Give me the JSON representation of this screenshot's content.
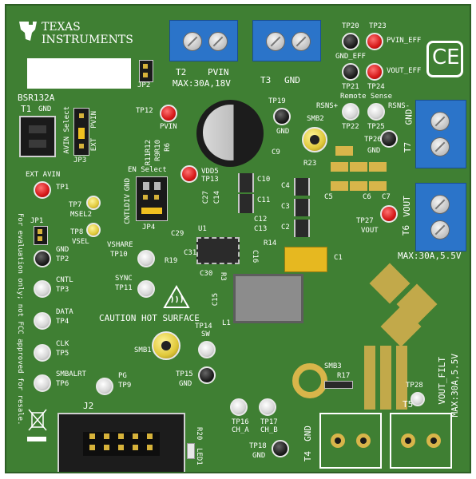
{
  "board": {
    "logo_line1": "TEXAS",
    "logo_line2": "INSTRUMENTS",
    "part_number": "BSR132A",
    "ce_mark": "CE",
    "fcc_note": "For evaluation only; not FCC approved for resale.",
    "caution": "CAUTION HOT SURFACE",
    "remote_sense": "Remote Sense",
    "max_pvin": "MAX:30A,18V",
    "max_vout": "MAX:30A,5.5V",
    "vout_filt": "VOUT_FILT",
    "vout_filt_max": "MAX:30A,5.5V"
  },
  "terminals": {
    "t1": "T1",
    "t1_gnd": "GND",
    "t2": "T2",
    "t2_label": "PVIN",
    "t3": "T3",
    "t3_label": "GND",
    "t4": "T4",
    "t4_label": "GND",
    "t5": "T5",
    "t6": "T6",
    "t6_label": "VOUT",
    "t7": "T7",
    "t7_label": "GND"
  },
  "jumpers": {
    "jp1": "JP1",
    "jp2": "JP2",
    "jp3": "JP3",
    "jp3_sel": "AVIN Select",
    "jp3_ext": "EXT",
    "jp3_pvin": "PVIN",
    "jp4": "JP4",
    "jp4_en": "EN Select",
    "jp4_cntl": "CNTL",
    "jp4_div": "DIV",
    "jp4_gnd": "GND"
  },
  "testpoints": {
    "tp1": "TP1",
    "tp1_label": "EXT AVIN",
    "tp2": "TP2",
    "tp2_label": "GND",
    "tp3": "TP3",
    "tp3_label": "CNTL",
    "tp4": "TP4",
    "tp4_label": "DATA",
    "tp5": "TP5",
    "tp5_label": "CLK",
    "tp6": "TP6",
    "tp6_label": "SMBALRT",
    "tp7": "TP7",
    "tp7_label": "MSEL2",
    "tp8": "TP8",
    "tp8_label": "VSEL",
    "tp9": "TP9",
    "tp9_label": "PG",
    "tp10": "TP10",
    "tp10_label": "VSHARE",
    "tp11": "TP11",
    "tp11_label": "SYNC",
    "tp12": "TP12",
    "tp12_label": "PVIN",
    "tp13": "TP13",
    "tp13_label": "VDD5",
    "tp14": "TP14",
    "tp14_label": "SW",
    "tp15": "TP15",
    "tp15_label": "GND",
    "tp16": "TP16",
    "tp16_label": "CH_A",
    "tp17": "TP17",
    "tp17_label": "CH_B",
    "tp18": "TP18",
    "tp18_label": "GND",
    "tp19": "TP19",
    "tp19_label": "GND",
    "tp20": "TP20",
    "tp20_label": "GND_EFF",
    "tp21": "TP21",
    "tp22": "TP22",
    "tp22_label": "RSNS+",
    "tp23": "TP23",
    "tp23_label": "PVIN_EFF",
    "tp24": "TP24",
    "tp24_label": "VOUT_EFF",
    "tp25": "TP25",
    "tp25_label": "RSNS-",
    "tp26": "TP26",
    "tp26_label": "GND",
    "tp27": "TP27",
    "tp27_label": "VOUT",
    "tp28": "TP28"
  },
  "refdes": {
    "smb1": "SMB1",
    "smb2": "SMB2",
    "smb3": "SMB3",
    "c1": "C1",
    "c2": "C2",
    "c3": "C3",
    "c4": "C4",
    "c5": "C5",
    "c6": "C6",
    "c7": "C7",
    "c9": "C9",
    "c10": "C10",
    "c11": "C11",
    "c12": "C12",
    "c13": "C13",
    "c14": "C14",
    "c15": "C15",
    "c16": "C16",
    "c27": "C27",
    "c29": "C29",
    "c30": "C30",
    "c31": "C31",
    "r9": "R9",
    "r10": "R10",
    "r11": "R11",
    "r12": "R12",
    "r6": "R6",
    "r3": "R3",
    "r14": "R14",
    "r17": "R17",
    "r19": "R19",
    "r20": "R20",
    "r23": "R23",
    "u1": "U1",
    "l1": "L1",
    "j2": "J2",
    "led1": "LED1"
  }
}
